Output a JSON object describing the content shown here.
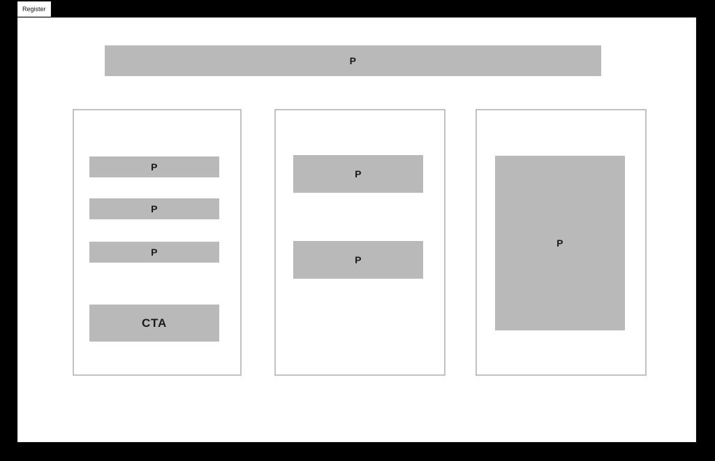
{
  "page": {
    "register_label": "Register"
  },
  "hero": {
    "label": "P"
  },
  "cards": [
    {
      "name": "left-card",
      "blocks": [
        {
          "label": "P"
        },
        {
          "label": "P"
        },
        {
          "label": "P"
        },
        {
          "label": "CTA"
        }
      ]
    },
    {
      "name": "middle-card",
      "blocks": [
        {
          "label": "P"
        },
        {
          "label": "P"
        }
      ]
    },
    {
      "name": "right-card",
      "blocks": [
        {
          "label": "P"
        }
      ]
    }
  ],
  "colors": {
    "placeholder_gray": "#b9b9b9",
    "card_border": "#c1c1c1",
    "canvas_bg": "#ffffff",
    "page_bg": "#000000"
  }
}
